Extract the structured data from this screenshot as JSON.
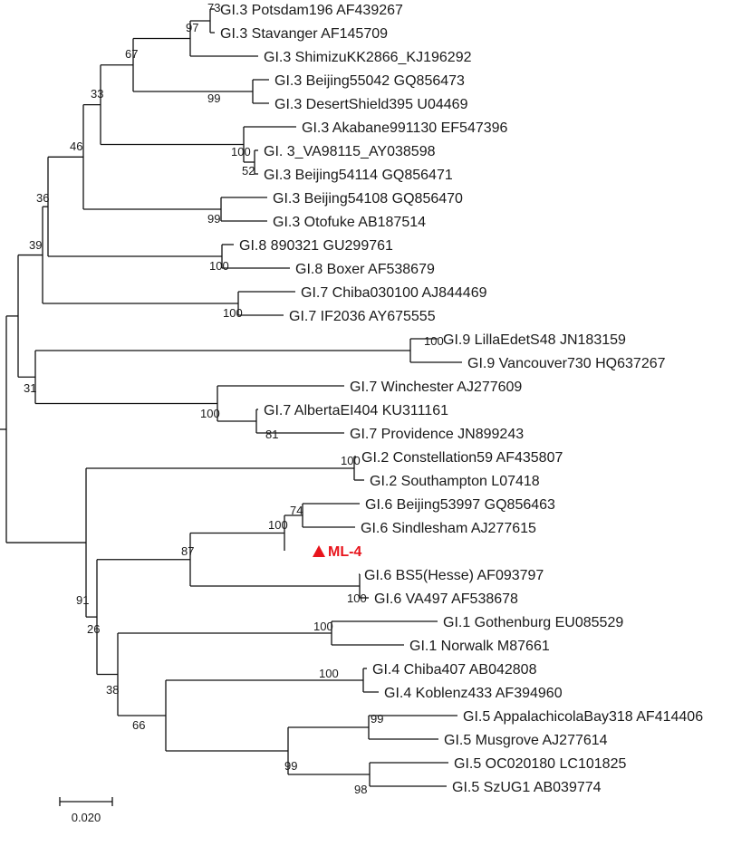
{
  "tree": {
    "taxa": [
      "GI.3 Potsdam196 AF439267",
      "GI.3 Stavanger AF145709",
      "GI.3 ShimizuKK2866_KJ196292",
      "GI.3 Beijing55042 GQ856473",
      "GI.3 DesertShield395 U04469",
      "GI.3 Akabane991130 EF547396",
      "GI. 3_VA98115_AY038598",
      "GI.3 Beijing54114 GQ856471",
      "GI.3 Beijing54108 GQ856470",
      "GI.3 Otofuke AB187514",
      "GI.8 890321 GU299761",
      "GI.8 Boxer AF538679",
      "GI.7 Chiba030100 AJ844469",
      "GI.7 IF2036 AY675555",
      "GI.9 LillaEdetS48 JN183159",
      "GI.9 Vancouver730 HQ637267",
      "GI.7 Winchester AJ277609",
      "GI.7 AlbertaEI404 KU311161",
      "GI.7 Providence JN899243",
      "GI.2 Constellation59 AF435807",
      "GI.2 Southampton L07418",
      "GI.6 Beijing53997 GQ856463",
      "GI.6 Sindlesham AJ277615",
      "ML-4",
      "GI.6 BS5(Hesse) AF093797",
      "GI.6 VA497 AF538678",
      "GI.1 Gothenburg EU085529",
      "GI.1 Norwalk M87661",
      "GI.4 Chiba407 AB042808",
      "GI.4 Koblenz433 AF394960",
      "GI.5 AppalachicolaBay318 AF414406",
      "GI.5 Musgrove AJ277614",
      "GI.5 OC020180 LC101825",
      "GI.5 SzUG1 AB039774"
    ],
    "bootstrap": [
      "73",
      "97",
      "67",
      "99",
      "33",
      "100",
      "52",
      "46",
      "99",
      "36",
      "100",
      "39",
      "100",
      "100",
      "31",
      "100",
      "81",
      "100",
      "74",
      "100",
      "87",
      "100",
      "91",
      "26",
      "100",
      "38",
      "100",
      "66",
      "99",
      "99",
      "98"
    ],
    "highlight": {
      "label": "ML-4",
      "marker": "triangle",
      "color": "#e8141c"
    },
    "scale": {
      "label": "0.020"
    }
  }
}
